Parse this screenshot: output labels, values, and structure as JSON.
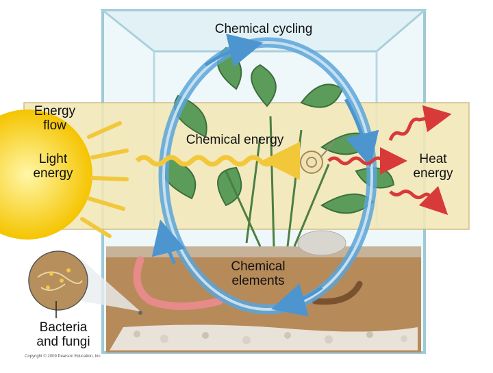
{
  "labels": {
    "chemical_cycling": "Chemical cycling",
    "energy_flow": "Energy\nflow",
    "light_energy": "Light\nenergy",
    "chemical_energy": "Chemical energy",
    "heat_energy": "Heat\nenergy",
    "chemical_elements": "Chemical\nelements",
    "bacteria_fungi": "Bacteria\nand fungi",
    "copyright": "Copyright © 2009 Pearson Education, Inc."
  },
  "colors": {
    "energy_band": "#f3e8b8",
    "cycling_arrow": "#5ba4d8",
    "light_arrow": "#f2c83a",
    "heat_arrow": "#d83a3a",
    "soil": "#b78a5a",
    "plant": "#5c9c5a"
  }
}
